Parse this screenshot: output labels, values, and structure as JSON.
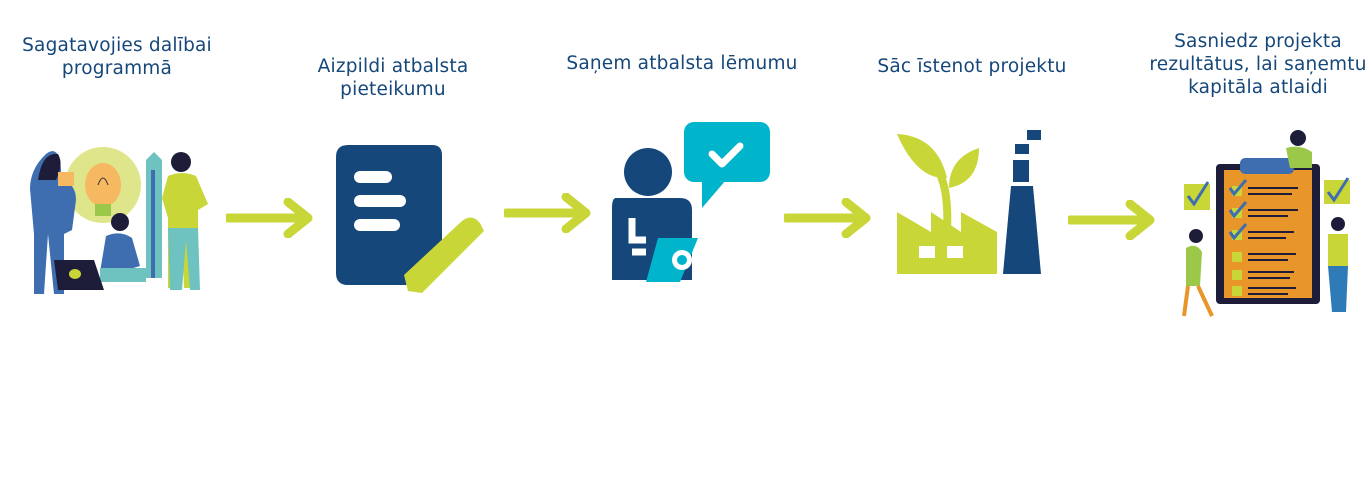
{
  "colors": {
    "navy": "#15477a",
    "lime": "#c8d638",
    "cyan": "#00b4cc",
    "orange": "#e8952a"
  },
  "steps": [
    {
      "label": "Sagatavojies dalībai programmā",
      "icon": "team-idea-illustration"
    },
    {
      "label": "Aizpildi atbalsta pieteikumu",
      "icon": "document-pencil-icon"
    },
    {
      "label": "Saņem atbalsta lēmumu",
      "icon": "person-approval-icon"
    },
    {
      "label": "Sāc īstenot projektu",
      "icon": "green-factory-icon"
    },
    {
      "label": "Sasniedz projekta rezultātus, lai saņemtu kapitāla atlaidi",
      "icon": "checklist-clipboard-illustration"
    }
  ]
}
